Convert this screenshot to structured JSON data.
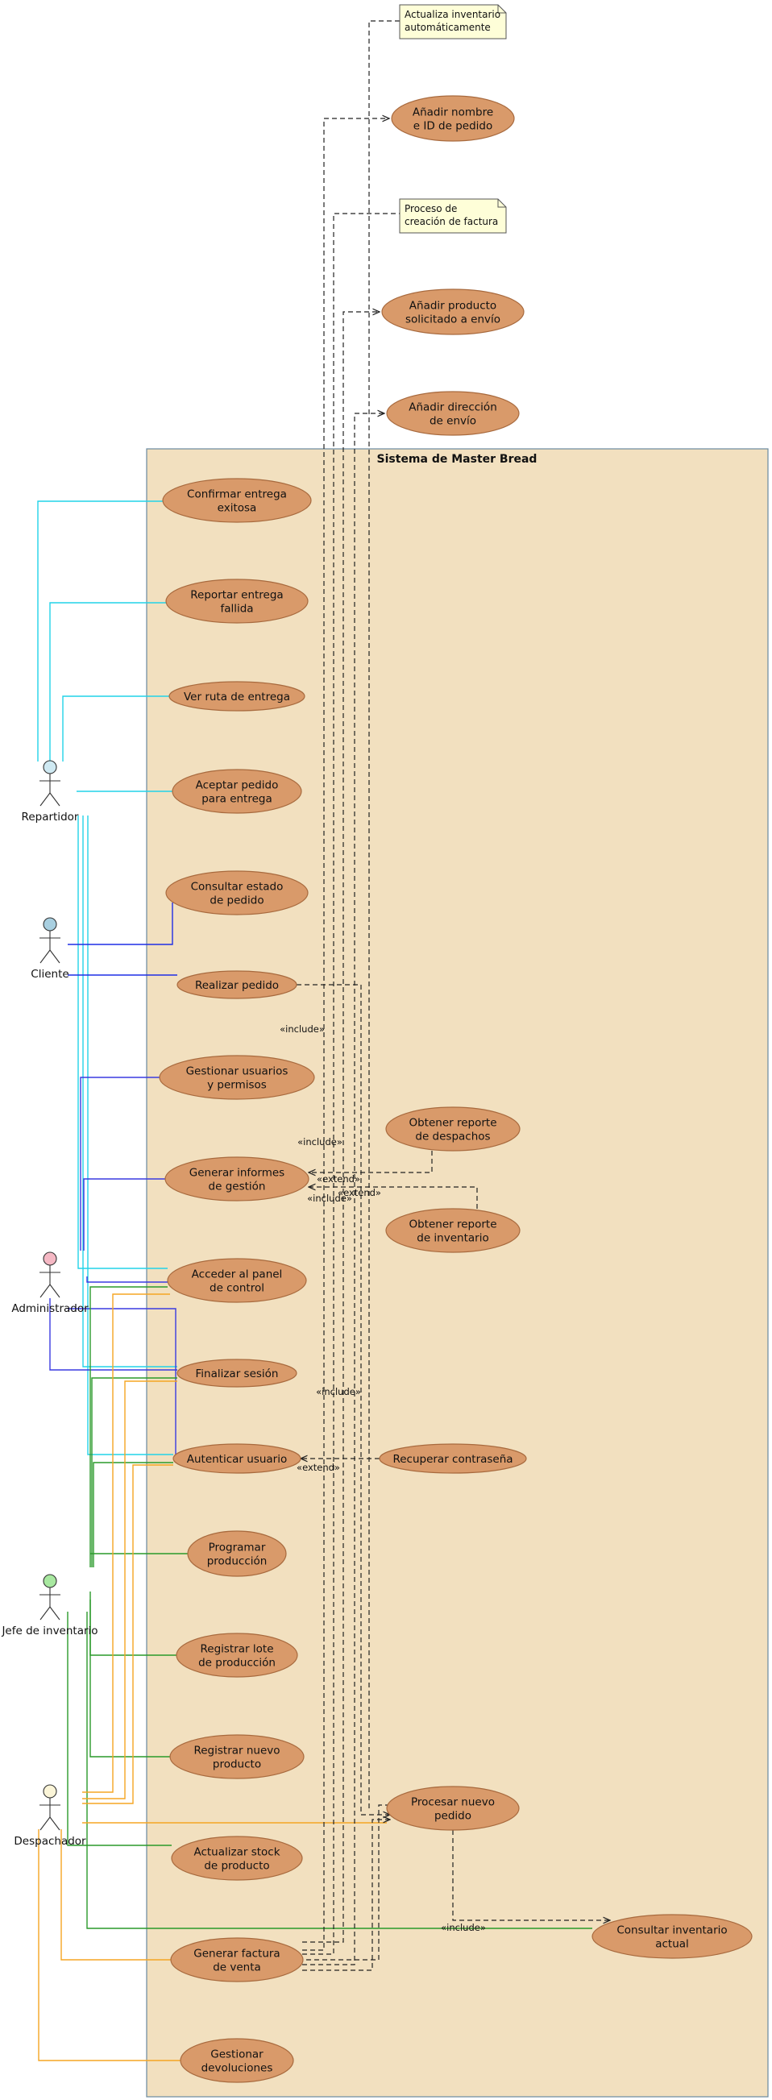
{
  "system": {
    "title": "Sistema de Master Bread"
  },
  "colors": {
    "system_fill": "#f2e0bf",
    "system_border": "#6a8aa0",
    "usecase_fill": "#d99a6a",
    "usecase_border": "#a86a3e",
    "note_fill": "#fefed8",
    "repartidor": "#22d3e8",
    "cliente": "#1f2ee6",
    "administrador": "#3a3ae0",
    "jefe": "#2a9a2a",
    "despachador": "#f5a623"
  },
  "actors": [
    {
      "id": "repartidor",
      "label": "Repartidor",
      "head": "#cfe9f2"
    },
    {
      "id": "cliente",
      "label": "Cliente",
      "head": "#a8cfe0"
    },
    {
      "id": "administrador",
      "label": "Administrador",
      "head": "#f5b8c4"
    },
    {
      "id": "jefe",
      "label": "Jefe de inventario",
      "head": "#a8e8a0"
    },
    {
      "id": "despachador",
      "label": "Despachador",
      "head": "#fbf5d8"
    }
  ],
  "notes": [
    {
      "id": "note-inventario",
      "lines": [
        "Actualiza inventario",
        "automáticamente"
      ]
    },
    {
      "id": "note-factura",
      "lines": [
        "Proceso de",
        "creación de factura"
      ]
    }
  ],
  "use_cases": [
    {
      "id": "uc-anadir-nombre",
      "lines": [
        "Añadir nombre",
        "e ID de pedido"
      ]
    },
    {
      "id": "uc-anadir-producto",
      "lines": [
        "Añadir producto",
        "solicitado a envío"
      ]
    },
    {
      "id": "uc-anadir-direccion",
      "lines": [
        "Añadir dirección",
        "de envío"
      ]
    },
    {
      "id": "uc-confirmar-entrega",
      "lines": [
        "Confirmar entrega",
        "exitosa"
      ]
    },
    {
      "id": "uc-reportar-entrega",
      "lines": [
        "Reportar entrega",
        "fallida"
      ]
    },
    {
      "id": "uc-ver-ruta",
      "lines": [
        "Ver ruta de entrega"
      ]
    },
    {
      "id": "uc-aceptar-pedido",
      "lines": [
        "Aceptar pedido",
        "para entrega"
      ]
    },
    {
      "id": "uc-consultar-estado",
      "lines": [
        "Consultar estado",
        "de pedido"
      ]
    },
    {
      "id": "uc-realizar-pedido",
      "lines": [
        "Realizar pedido"
      ]
    },
    {
      "id": "uc-gestionar-usuarios",
      "lines": [
        "Gestionar usuarios",
        "y permisos"
      ]
    },
    {
      "id": "uc-reporte-despachos",
      "lines": [
        "Obtener reporte",
        "de despachos"
      ]
    },
    {
      "id": "uc-generar-informes",
      "lines": [
        "Generar informes",
        "de gestión"
      ]
    },
    {
      "id": "uc-reporte-inventario",
      "lines": [
        "Obtener reporte",
        "de inventario"
      ]
    },
    {
      "id": "uc-panel-control",
      "lines": [
        "Acceder al panel",
        "de control"
      ]
    },
    {
      "id": "uc-finalizar-sesion",
      "lines": [
        "Finalizar sesión"
      ]
    },
    {
      "id": "uc-autenticar",
      "lines": [
        "Autenticar usuario"
      ]
    },
    {
      "id": "uc-recuperar",
      "lines": [
        "Recuperar contraseña"
      ]
    },
    {
      "id": "uc-programar",
      "lines": [
        "Programar",
        "producción"
      ]
    },
    {
      "id": "uc-registrar-lote",
      "lines": [
        "Registrar lote",
        "de producción"
      ]
    },
    {
      "id": "uc-registrar-producto",
      "lines": [
        "Registrar nuevo",
        "producto"
      ]
    },
    {
      "id": "uc-procesar-pedido",
      "lines": [
        "Procesar nuevo",
        "pedido"
      ]
    },
    {
      "id": "uc-actualizar-stock",
      "lines": [
        "Actualizar stock",
        "de producto"
      ]
    },
    {
      "id": "uc-consultar-inventario",
      "lines": [
        "Consultar inventario",
        "actual"
      ]
    },
    {
      "id": "uc-generar-factura",
      "lines": [
        "Generar factura",
        "de venta"
      ]
    },
    {
      "id": "uc-gestionar-devoluciones",
      "lines": [
        "Gestionar",
        "devoluciones"
      ]
    }
  ],
  "relation_labels": [
    {
      "id": "rl-include-1",
      "text": "«include»"
    },
    {
      "id": "rl-include-2",
      "text": "«include»"
    },
    {
      "id": "rl-extend-1",
      "text": "«extend»"
    },
    {
      "id": "rl-extend-2",
      "text": "«extend»"
    },
    {
      "id": "rl-include-3",
      "text": "«include»"
    },
    {
      "id": "rl-include-4",
      "text": "«include»"
    },
    {
      "id": "rl-extend-3",
      "text": "«extend»"
    },
    {
      "id": "rl-include-5",
      "text": "«include»"
    }
  ]
}
